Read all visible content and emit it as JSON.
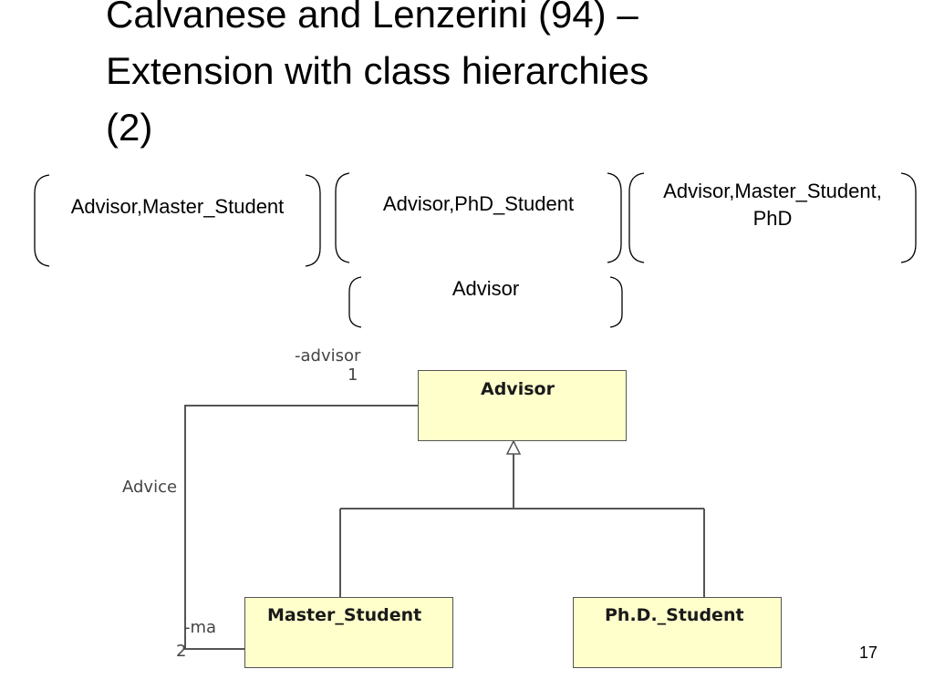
{
  "slide": {
    "title_lines": [
      "Calvanese and Lenzerini (94) –",
      "Extension with class hierarchies",
      "(2)"
    ],
    "page_number": "17"
  },
  "class_sets": [
    {
      "label": "Advisor,Master_Student"
    },
    {
      "label": "Advisor,PhD_Student"
    },
    {
      "label_line1": "Advisor,Master_Student,",
      "label_line2": "PhD"
    },
    {
      "label": "Advisor"
    }
  ],
  "uml": {
    "classes": {
      "advisor": "Advisor",
      "master_student": "Master_Student",
      "phd_student": "Ph.D._Student"
    },
    "association": {
      "name": "Advice",
      "role_advisor": "-advisor",
      "mult_advisor": "1",
      "role_ma": "-ma",
      "mult_ma": "2"
    }
  },
  "colors": {
    "class_fill": "#ffffcc",
    "line": "#555555"
  }
}
